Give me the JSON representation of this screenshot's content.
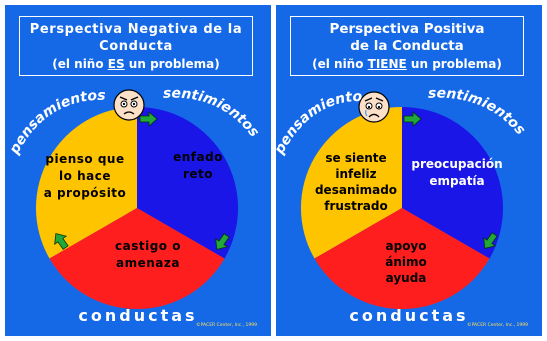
{
  "left": {
    "title_line1": "Perspectiva Negativa de la",
    "title_line2": "Conducta",
    "subtitle_pre": "(el niño ",
    "subtitle_emph": "ES",
    "subtitle_post": " un problema)",
    "label_left": "pensamientos",
    "label_right": "sentimientos",
    "thoughts": [
      "pienso que",
      "lo hace",
      "a propósito"
    ],
    "feelings": [
      "enfado",
      "reto"
    ],
    "behaviors": [
      "castigo o",
      "amenaza"
    ],
    "bottom_label": "conductas",
    "face": "angry-face-icon",
    "credit": "©PACER Center, Inc., 1999"
  },
  "right": {
    "title_line1": "Perspectiva Positiva",
    "title_line2": "de la Conducta",
    "subtitle_pre": "(el niño ",
    "subtitle_emph": "TIENE",
    "subtitle_post": " un problema)",
    "label_left": "pensamientos",
    "label_right": "sentimientos",
    "thoughts": [
      "se siente",
      "infeliz",
      "desanimado",
      "frustrado"
    ],
    "feelings": [
      "preocupación",
      "empatía"
    ],
    "behaviors": [
      "apoyo",
      "ánimo",
      "ayuda"
    ],
    "bottom_label": "conductas",
    "face": "sad-face-icon",
    "credit": "©PACER Center, Inc., 1999"
  },
  "colors": {
    "background": "#1569e6",
    "thoughts_segment": "#ffc400",
    "feelings_segment": "#1a16e8",
    "behaviors_segment": "#ff1e1e",
    "arrow": "#22a83a",
    "face": "#fde0c8"
  }
}
